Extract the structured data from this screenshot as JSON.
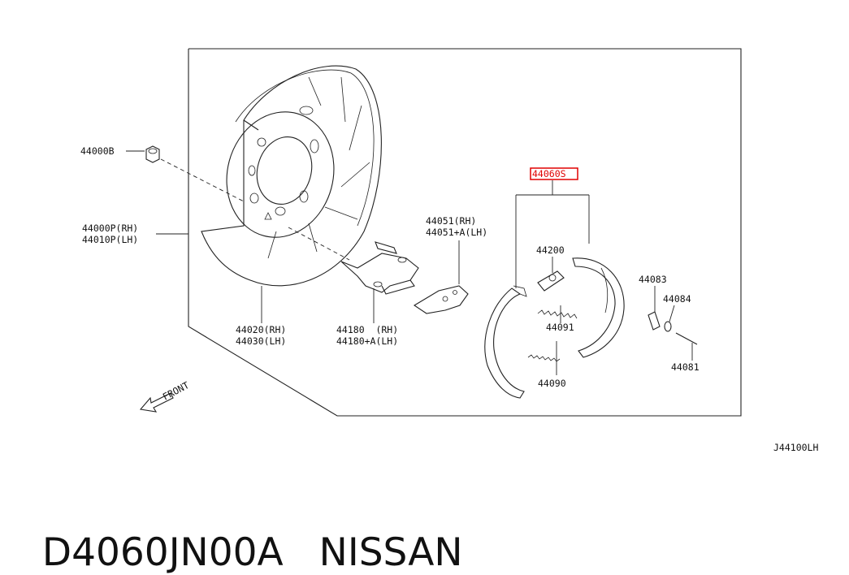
{
  "diagram": {
    "labels": {
      "p44000b": "44000B",
      "p44000p": "44000P(RH)",
      "p44010p": "44010P(LH)",
      "p44020": "44020(RH)",
      "p44030": "44030(LH)",
      "p44180": "44180  (RH)",
      "p44180a": "44180+A(LH)",
      "p44051": "44051(RH)",
      "p44051a": "44051+A(LH)",
      "p44060s": "44060S",
      "p44200": "44200",
      "p44091": "44091",
      "p44090": "44090",
      "p44083": "44083",
      "p44084": "44084",
      "p44081": "44081",
      "front": "FRONT",
      "code": "J44100LH"
    },
    "highlight_color": "#e00000"
  },
  "footer": {
    "part_number": "D4060JN00A",
    "brand": "NISSAN"
  }
}
